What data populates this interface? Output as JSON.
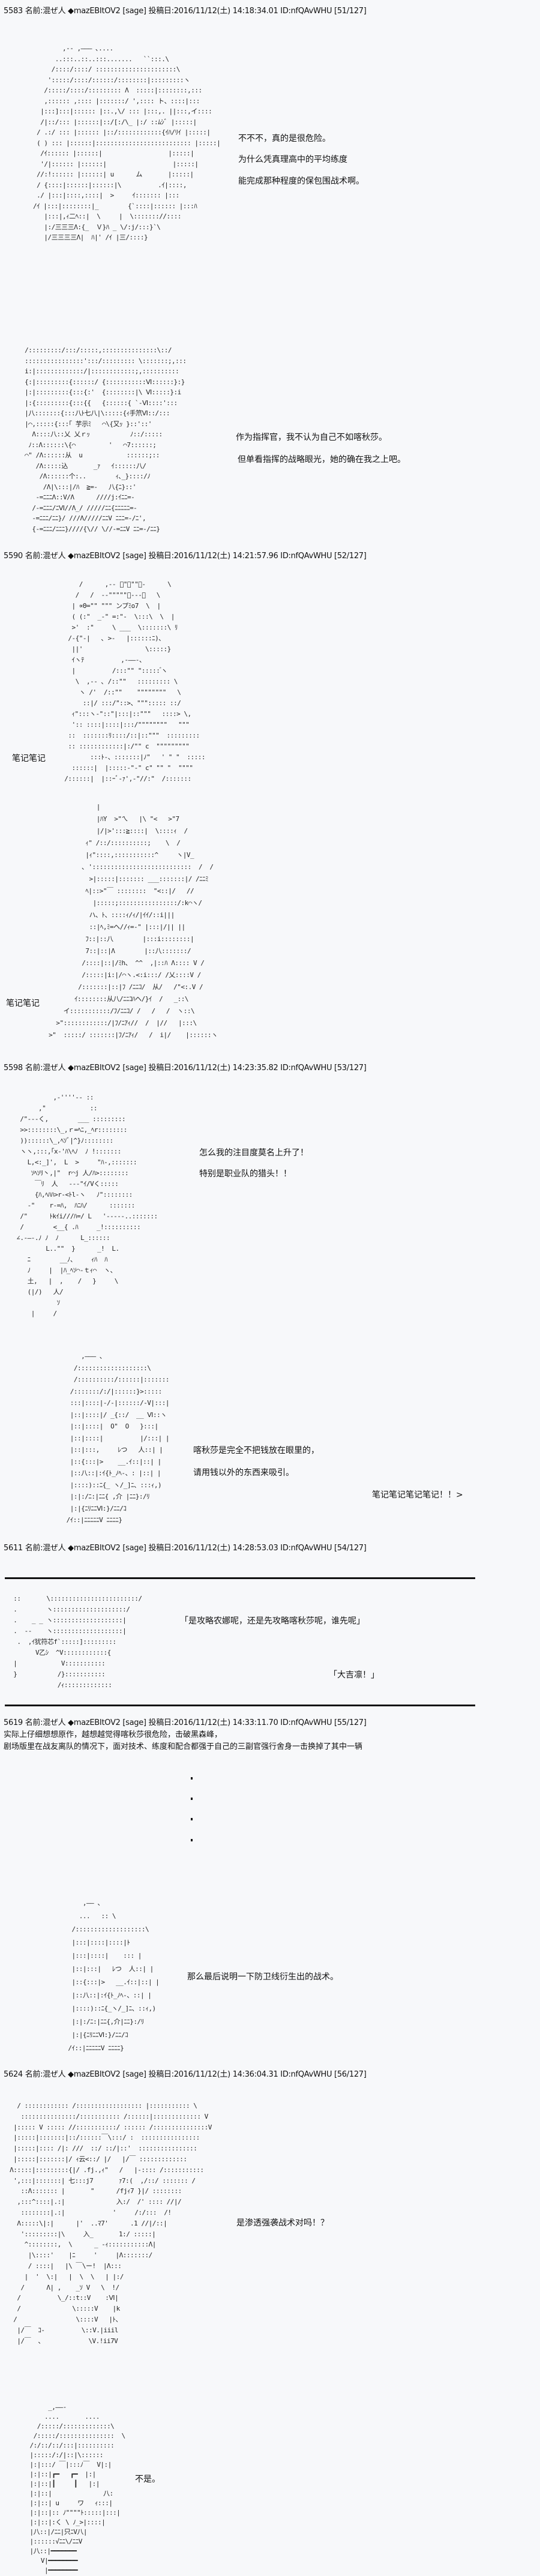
{
  "posts": [
    {
      "header": "5583 名前:混ぜ人 ◆mazEBItOV2 [sage] 投稿日:2016/11/12(土) 14:18:34.01 ID:nfQAvWHU [51/127]"
    },
    {
      "header": "5590 名前:混ぜ人 ◆mazEBItOV2 [sage] 投稿日:2016/11/12(土) 14:21:57.96 ID:nfQAvWHU [52/127]"
    },
    {
      "header": "5598 名前:混ぜ人 ◆mazEBItOV2 [sage] 投稿日:2016/11/12(土) 14:23:35.82 ID:nfQAvWHU [53/127]"
    },
    {
      "header": "5611 名前:混ぜ人 ◆mazEBItOV2 [sage] 投稿日:2016/11/12(土) 14:28:53.03 ID:nfQAvWHU [54/127]"
    },
    {
      "header": "5619 名前:混ぜ人 ◆mazEBItOV2 [sage] 投稿日:2016/11/12(土) 14:33:11.70 ID:nfQAvWHU [55/127]"
    },
    {
      "header": "5624 名前:混ぜ人 ◆mazEBItOV2 [sage] 投稿日:2016/11/12(土) 14:36:04.31 ID:nfQAvWHU [56/127]"
    }
  ],
  "dialogue": {
    "p1_l1": "不不不，真的是很危险。",
    "p1_l2": "为什么凭真理高中的平均练度",
    "p1_l3": "能完成那种程度的保包围战术啊。",
    "p2_l1": "作为指挥官，我不认为自己不如喀秋莎。",
    "p2_l2": "但单看指挥的战略眼光，她的确在我之上吧。",
    "p3_note1": "笔记笔记",
    "p3_note2": "笔记笔记",
    "p4_l1": "怎么我的注目度莫名上升了！",
    "p4_l2": "特别是职业队的猎头！！",
    "p4_l3": "喀秋莎是完全不把钱放在眼里的，",
    "p4_l4": "请用钱以外的东西来吸引。",
    "p4_note": "笔记笔记笔记笔记！！>",
    "p5_l1": "「是攻略农娜呢，还是先攻略喀秋莎呢，谁先呢」",
    "p5_l2": "「大吉凛！」",
    "p6_l1": "实际上仔细想想原作，越想越觉得喀秋莎很危险，击破黑森峰，",
    "p6_l2": "剧场版里在战友离队的情况下，面对技术、练度和配合都强于自己的三副官强行舍身一击换掉了其中一辆",
    "p6_l3": "那么最后说明一下防卫线衍生出的战术。",
    "p7_l1": "是渗透强袭战术对吗！？",
    "p7_l2": "不是。"
  },
  "art": {
    "a1": "        ,-- ,――― ､....\n      ..:::..::..:::.......   ``:::.\\\n     /::::/::::/ ::::::::::::::::::::::\\\n    ':::::/::::/::::::/::::::::|:::::::::ヽ\n   /:::::/::::/::::::::: Λ  :::::|::::::::,:::\n   ,:::::: ,:::: |:::::::/ ',:::: ト、::::|:::\n  |:::]:::|:::::: |::.,\\/ ::: |:::,. ||:::,イ::::\n  /|::/::: |::::::|::/[:/\\_ |:/ ::ﾑｼﾞ |:::::|\n / .:/ ::: |:::::: |::/::::::::::::{ｲﾊ/ﾘｲ |:::::|\n ( ) ::: |::::::|:::::::::::::::::::::::::: |:::::|\n  /ｲ:::::: |::::::|                  |:::::|\n  '/|:::::: |::::::|                  |:::::|\n //:!:::::: |::::::| u      ム       |:::::|\n / {::::|::::::|::::::|\\          .ｲ|::::,\n ./ |:::|::::,::::|  >     ｲ::::::: |:::\n/ｲ |:::|::::::::|_        {`::::|:::::: |:::ﾊ\n   |:::|,ｨ二ﾍ::|  \\     |  \\::::::://::::\n   |:/三三三Λ:{_  Ｖ}ﾊ _ \\/:j/:::}`\\\n   |/三三三三Λ|  ﾊ|' /ｲ |三/::::}",
    "a2": " /:::::::::/:::/:::::,:::::::::::::::\\::/\n ::::::::::::::::':::/::::::::: \\:::::::;,:::\n i:|:::::::::::::/|::::::::::::;,::::::::::\n {:|:::::::::{::::::/ {:::::::::::Ⅵ::::::}:}\n |:|:::::::::{:::{:'  {::::::::|\\ Ⅵ:::::}:i\n |:{:::::::::{:::{{   {::::::{ `-Ⅵ::::':::\n |八:::::::{:::八ﾄ七八|\\:::::{ｨ手笊Ⅵ::/:::\n |⌒,:::::{:::｢ 芋示ﾐ   ⌒\\{又ｯ }::'::'\n   Λ::::八::乂 乂ｒｯ           ﾉ::/:::::\n  ﾉ::Λ::::::\\{⌒         '   ⌒7::::::;\n ⌒\" /Λ::::::从  u            ::::::;::\n    /Λ:::::込       _ｧ   ｲ::::::八/\n     /Λ::::::个:..        ｨ､_}::::/ﾉ\n      /Λ|\\:::|/ﾊ  ≧=-   八{ﾆ}::'\n    -=ﾆﾆﾆΛ::V/Λ      ////j:ｲﾆﾆ=-\n   /-=ﾆﾆﾆ/ﾆⅥ//Λ_/ /////ﾆﾆ{ﾆﾆﾆﾆﾆ=- \n   -=ﾆﾆﾆ/ﾆﾆ}/ ///Λ/////ﾆﾆV ﾆﾆﾆ=-/ﾆ',\n   {-=ﾆﾆﾆ/ﾆﾆﾆ}////{\\// \\//-=ﾆﾆV ﾆﾆ=-/ﾆﾆ}",
    "a3": "      /      ,-- ﾞ\"￣\"\"ｰ-      \\\n     /   /  --\"\"\"\"\"ﾞ---、   \\\n    | ∝Θ=\"\" \"\"\" ンプﾐo7  \\  |\n    ( (:\"  _-\" =:\"-  \\:::\\  \\  |\n    >'  :\"     \\ ___  \\:::::::\\ ﾘ\n   /-{\"-|   ､ >-   |::::::ﾆ)、\n    ||'                 \\:::::}\n    ｲヽﾃ          ,-――-、\n    |          /:::\"\" \"::::: ゙ヽ\n     \\  ,-- ､ /::\"\"   ::::::::: \\\n      ヽ /'  /::\"\"    \"\"\"\"\"\"\"\"   \\\n       ::|/ :::/\"::>、\"\"\"::::: ::/\n    ｨ\":::ヽ-\"::\"|:::|::\"\"\"   ::::> \\,\n    ':: ::::|::::|:::/\"\"\"\"\"\"\"\"   \"\"\"\n   ::  :::::::ﾘ::::/::|::\"\"\"  :::::::::\n   :: ::::::::::::|:/\"\" c  \"\"\"\"\"\"\"\"\"\n         :::ﾄ-、:::::::|ﾉ\"   ' \" \"  :::::\n    ::::::|  |:::::-\"-\" c\" \"\" \"  \"\"\"\"\n  /::::::|  |::ｰﾞ-ｧ',-\"//:\"  /:::::::",
    "a4": "              |\n              |ﾊY  >\"ㄟ   |\\ \"<   >\"7\n              |/|>':::≧::::|  \\::::ｨ  /\n           ｨ\" /::/::::::::::;    \\  /\n           |ｨ\"::::,:::::::::::^     ヽ|V_\n          ､ ':::::::::::::::::::::::::::  /  /\n            >|:::::|::::::: ___:::::::|/ /ﾆﾆﾐ\n           ﾍ|::>\"￣ ::::::::  \"<::|/   //\n             |:::::;::::::::::::::::/:k⌒ヽ/\n            ハ、ﾄ、::::ｨ/ｨ/|ｲｲ/::i|||\n            ::|ﾍ,ﾐ=ヘ//ｨ=-\" |:::|/|| ||\n           ﾌ::|::八        |:::i::::::::|\n           7::|::|Λ        |::八:::::::/\n          /::::|::|/ﾐh、 ^^  ,|::ﾊ Λ:::: V /\n          /:::::|i:|/⌒ヽ.<:i:::/ /乂::::V /\n         /:::::::|::|ﾌ /ﾆﾆｺ/  从/   /\"<:.V /\n        ｲ::::::::从八/ﾆﾆｺﾊヘ/}ｲ  /   _::\\\n     イ:::::::::::/ﾌ/ﾆﾆｺ/ /   /   /  ヽ::\\\n   >\"::::::::::::/|ﾌ/ﾆｱｨ//  /  |//   |:::\\\n >\"  :::::/ :::::::|ﾌ/ﾆｱｨ/   /  i|/    |::::::ヽ",
    "a5": "            ,-''''-- ::\n        ,\"            ::\n   /\"---く,        ___ :::::::::\n   >>::::::::\\_,ｒ=ﾍﾆ,_ﾍr::::::::\n   ))::::::\\_,ﾍｿﾞ|^}ﾉ::::::::\n   ヽヽ,:::,｢x-'ﾊ\\ﾍﾉ  ﾉ !:::::::\n     L,<:_]',  L  >     \"ﾊ-,:::::::\n      ｿﾍｿﾘ丶,|\"  r⌒j 人/ﾊ>::::::::\n       ￣ﾘ  人   ---\"ｲ/Vく:::::\n       {ﾊ,ﾍﾊﾊ>r-<ﾄl-ヽ   ﾉ\"::::::::\n     -\"    r-=ﾊ,  ﾊﾆﾊ/      :::::::\n   /\"      ﾄkｲi///ﾊ=/ L   '-----..:::::::\n   /        <__{ .ﾊ     _!::::::::::\n  ∠.-―-.ﾉ ﾉ  ﾉ      L_::::::\n          L..\"\"  }      _!  L.\n     ﾆ        __ﾉ、    ｨﾊ  ﾊ\n     ﾉ     |  |ﾊ_ﾍｿ⌒-ｔｨ⌒  ヽ、\n     土,   |  ,    /   }     \\\n     (|/)   人/\n             ｿ\n      |     /",
    "a6": "         ,――― 、\n       /:::::::::::::::::::\\\n       /::::::::::/::::::|:::::::\n      /:::::::/:/|::::::}>:::::\n      :::|::::|-/-|::::::/-V|:::|\n      |::|::::|/ _{::/  __ Ⅵ::ヽ\n      |::|::::|  O\"  O   }:::|\n      |::|::::|          |/:::| |\n      |::|:::,     ﾚつ   人::| |\n      |::{:::|>    __.ｲ::|::| |\n      |::八::|:ｲ{ﾄ_ﾉﾍ-、: |::| |\n      |::::)::ﾆ{_ ヽ/_]ﾆ、:::ｨ,)\n      |:|:/ﾆ:|ﾆﾆ{ ,介 |ﾆﾆ}:/ﾘ\n      |:|{ﾆﾘﾆﾆⅥ:}/ﾆﾆ/ｺ\n     /ｲ::|ﾆﾆﾆﾆﾆV ﾆﾆﾆﾆ}",
    "a7": "  ::       \\::::::::::::::::::::::::/\n  .        ヽ::::::::::::::::::::/\n  .    _ _ ヽ:::::::::::::::::::|\n  .  --    ヽ:::::::::::::::::::|\n   .  ,ｲ犹符芯f`:::::]:::::::::\n        V乙ｼ  ^V::::::::::::{\n  |            V:::::::::::\n  }           /}:::::::::::\n              /ｨ:::::::::::::",
    "a8": "       ,―― 、\n      ...   :: \\\n    /:::::::::::::::::::\\\n    |:::|::::|::::|ﾄ\n    |:::|::::|    ::: |\n    |::|:::|   ﾚつ  人::| |\n    |::{:::|>   __.ｲ::|::| |\n    |::八::|:ｲ{ﾄ_ﾉﾍ-、::| |\n    |::::)::ﾆ{_ヽ/_]ﾆ、::ｨ,)\n    |:|:/ﾆ:|ﾆﾆ{,介|ﾆﾆ}:/ﾘ\n    |:|{ﾆﾘﾆﾆⅥ:}/ﾆﾆ/ｺ\n   /ｲ::|ﾆﾆﾆﾆﾆV ﾆﾆﾆﾆ}",
    "a9": "   / :::::::::::: /:::::::::::::::::: |::::::::::: \\\n    :::::::::::::::/::::::::::: /::::::|::::::::::::: V\n  |::::: V ::::: //:::::::::::/ :::::: /:::::::::::::::V\n  |:::::|:::::::|::/::::::￣\\:::/ :  ::::::::::::::::\n  |:::::|:::: /|: ///  ::/ ::/|::'  ::::::::::::::::\n  |:::::|:::::::|/ ｨ云<::/ |/   |/￣ :::::::::::::\n Λ:::::|:::::::::{|/ .fj.,ｨ\"   /   |-:::: /:::::::::::\n  ',:::|:::::::| 七:::j7       ｧ7:(  ,/::/ ::::::: /\n    ::Λ::::::: |       \"      /fjｨ7 }|/ ::::::::\n   ,:::^::::|.:|              入:/  /' :::: //|/\n    ::::::::|.:|             '     /:/:::  /!\n   Λ:::::\\|:|      |'  ..ﾏ7'      .1 //|/::|\n    ':::::::::|\\     入_       1:/ :::::|\n     ^::::::::,  \\      _ -ｨ:::::::::::Λ|\n      |\\::::'    |ﾆ     '     |Λ:::::::/\n      / ::::|   |\\ ￣\\ー!  |Λ:::\n     |  '  \\:|   |  \\  \\   | |:/\n    /      Λ| ,    _ｿ V   \\  !/\n   /          \\_/::t::V    :Ⅵ|\n   /              \\:::::V    |k\n  /                \\::::V   |ﾄ、\n   |/￣  ｺ-          \\::V.|iiil\n   |/￣  、            \\V.!ii7V",
    "a10": "         _,――-\n        ....       ....\n      /:::::/:::::::::::::\\\n     /:::::/:::::::::::::::  \\\n    /:/::/::/:::|::::::::::\n    |:::::/:/|::|\\::::::\n    |:|:::/ ￣|:::ﾉ￣  V|:|\n    |:|::|┏━   ┏━  |:|\n    |:|::|┃     ┃   |:|\n    |:|::|              八:\n    |:|::| u     ワ   ｨ:::|\n    |:|::|:: ﾉ\"\"\"\"ﾄ:::::|:::|\n    |:|::|:く \\ ﾉ_>|::::|\n    |八::|/ﾆﾆ|只ﾆV八|\n    |::::::√ﾆﾆ\\/ﾆﾆV\n    |八::|━━━━━━━\n       V|━━━━━━━━\n        |━━━━━━━━"
  }
}
